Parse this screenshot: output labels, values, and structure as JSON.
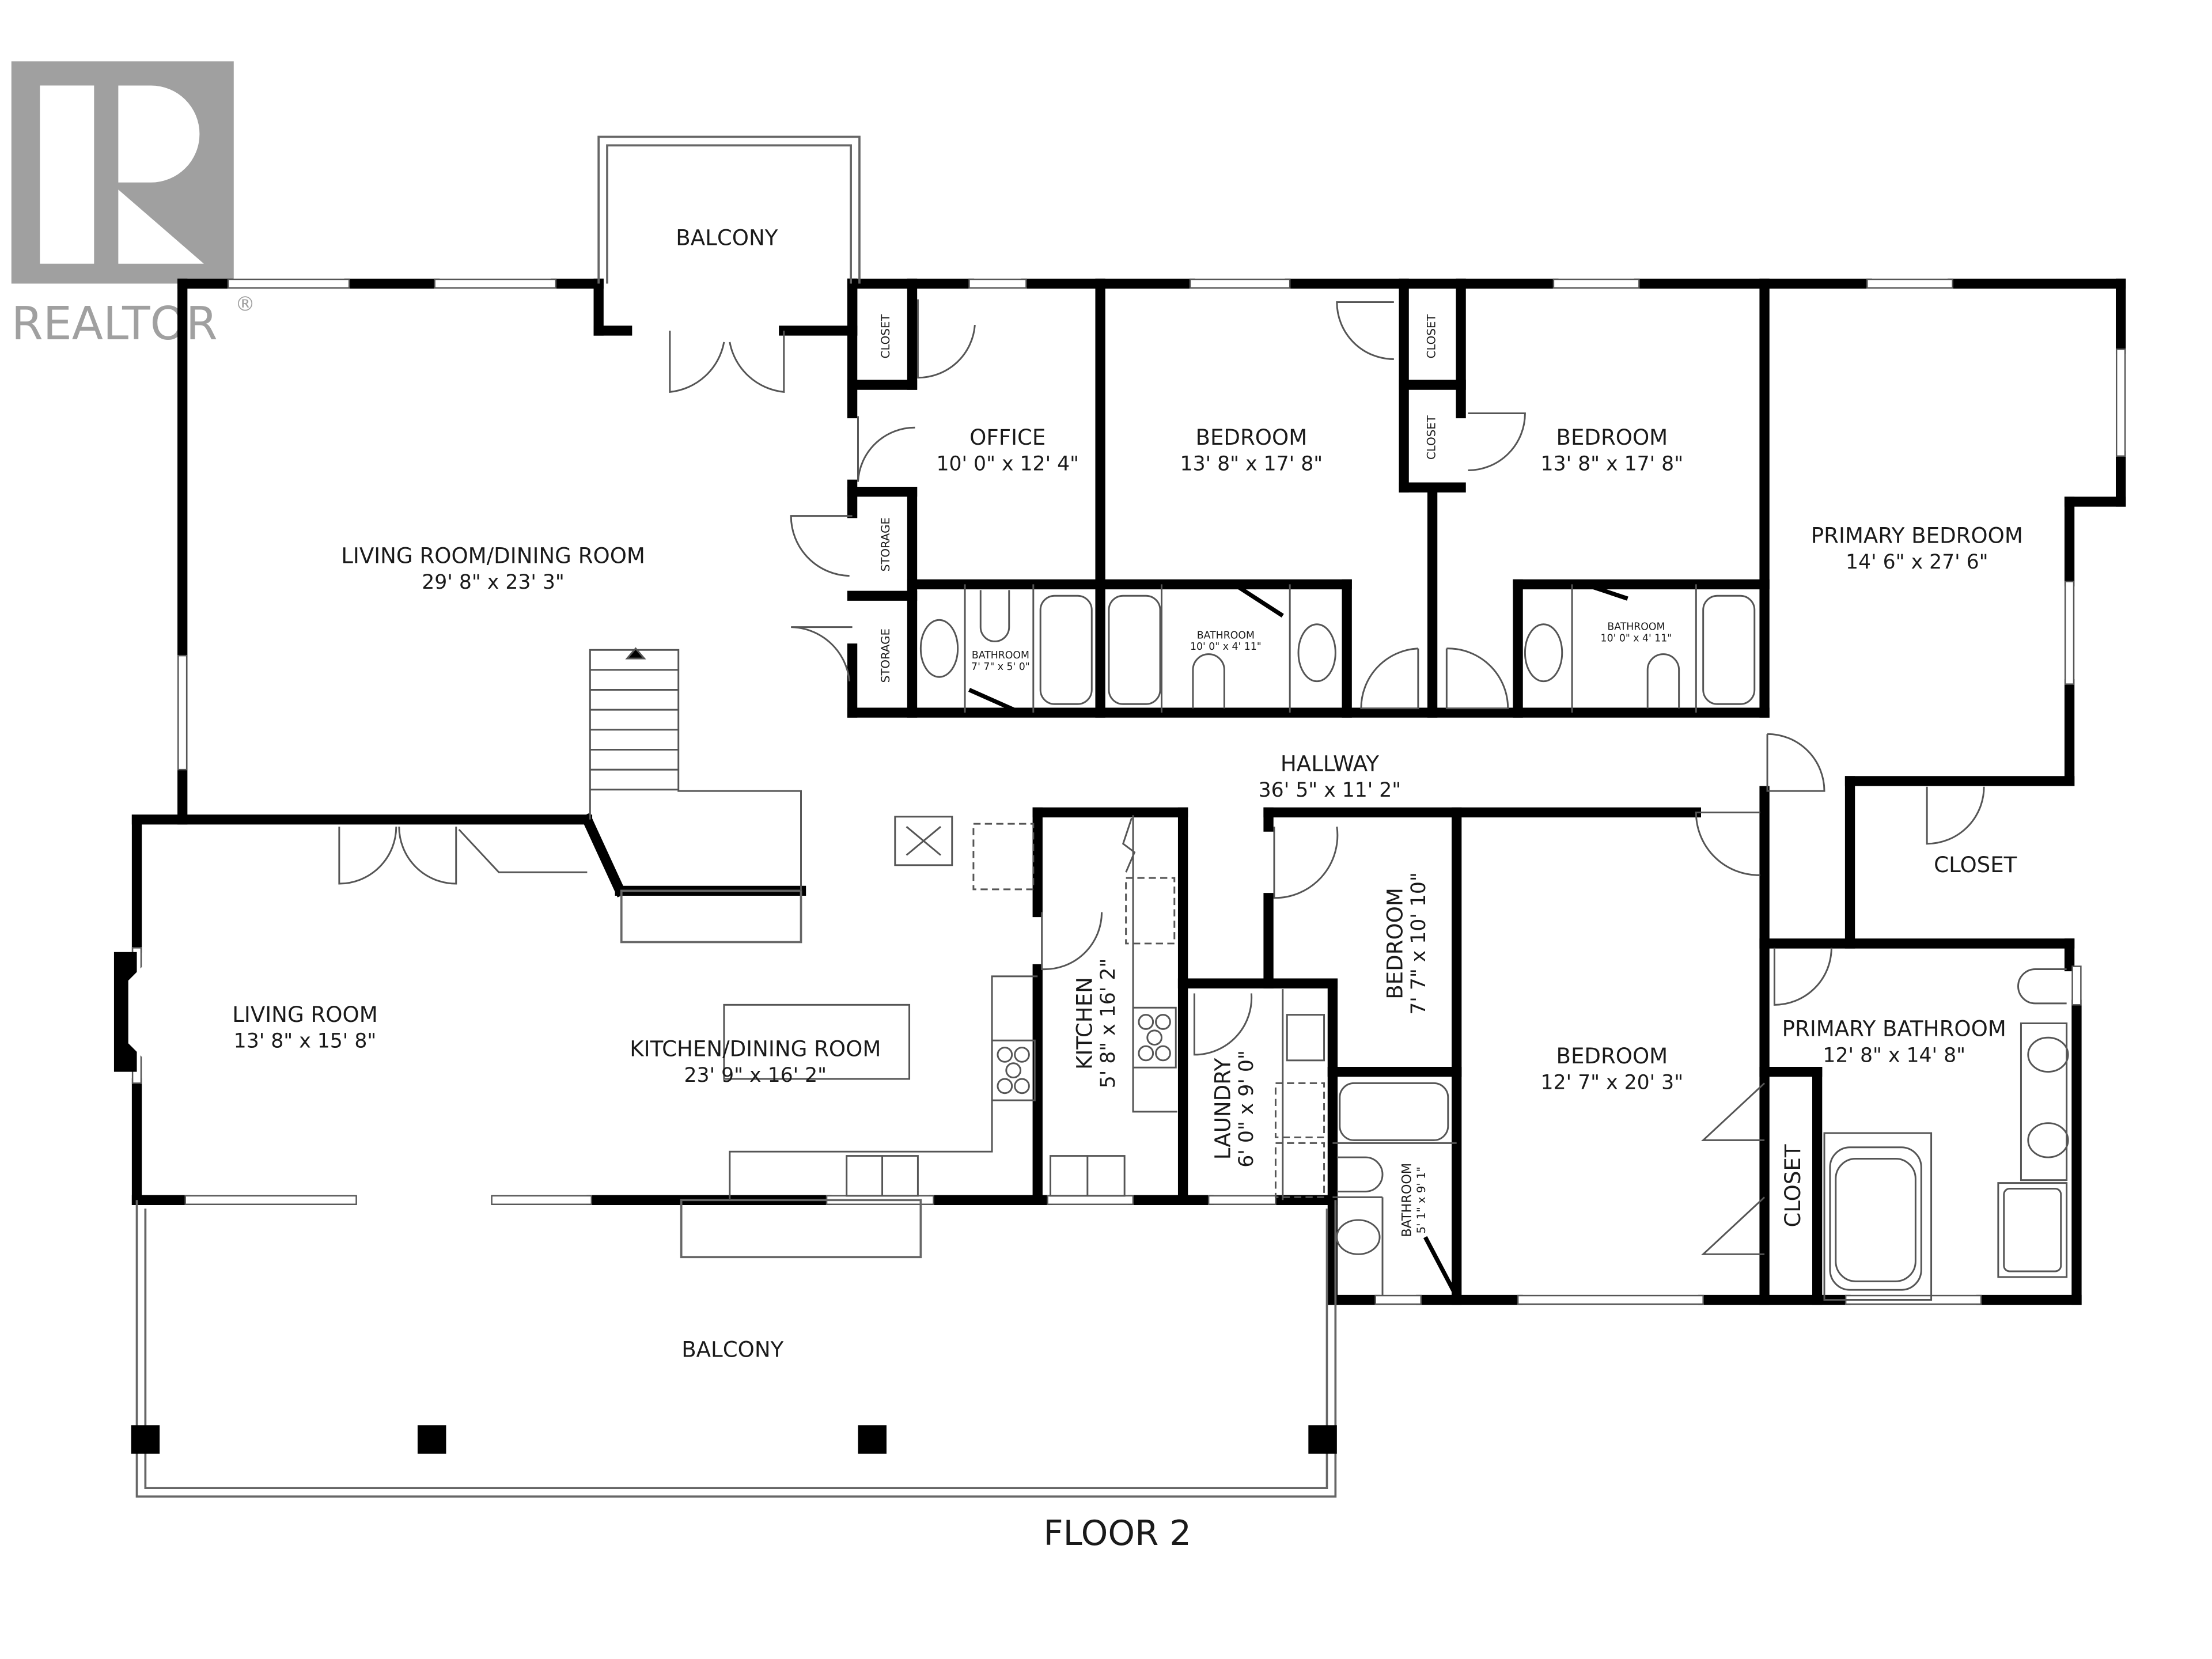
{
  "logo": {
    "letter": "R",
    "wordmark": "REALTOR",
    "trademark": "®",
    "color": "#a0a0a0"
  },
  "floor_title": "FLOOR 2",
  "colors": {
    "wall": "#000000",
    "fixture_line": "#555555",
    "background": "#ffffff",
    "text": "#1a1a1a"
  },
  "rooms": {
    "balcony_top": {
      "name": "BALCONY",
      "size": ""
    },
    "living_dining": {
      "name": "LIVING ROOM/DINING ROOM",
      "size": "29' 8\" x 23' 3\""
    },
    "office": {
      "name": "OFFICE",
      "size": "10' 0\" x 12' 4\""
    },
    "bedroom_1": {
      "name": "BEDROOM",
      "size": "13' 8\" x 17' 8\""
    },
    "bedroom_2": {
      "name": "BEDROOM",
      "size": "13' 8\" x 17' 8\""
    },
    "primary_bedroom": {
      "name": "PRIMARY BEDROOM",
      "size": "14' 6\" x 27' 6\""
    },
    "closet_office": {
      "name": "CLOSET"
    },
    "closet_bed1": {
      "name": "CLOSET"
    },
    "closet_bed2": {
      "name": "CLOSET"
    },
    "storage_1": {
      "name": "STORAGE"
    },
    "storage_2": {
      "name": "STORAGE"
    },
    "bathroom_1": {
      "name": "BATHROOM",
      "size": "7' 7\" x 5' 0\""
    },
    "bathroom_2": {
      "name": "BATHROOM",
      "size": "10' 0\" x 4' 11\""
    },
    "bathroom_3": {
      "name": "BATHROOM",
      "size": "10' 0\" x 4' 11\""
    },
    "hallway": {
      "name": "HALLWAY",
      "size": "36' 5\" x 11' 2\""
    },
    "closet_primary": {
      "name": "CLOSET"
    },
    "living_room": {
      "name": "LIVING ROOM",
      "size": "13' 8\" x 15' 8\""
    },
    "kitchen_dining": {
      "name": "KITCHEN/DINING ROOM",
      "size": "23' 9\" x 16' 2\""
    },
    "kitchen": {
      "name": "KITCHEN",
      "size": "5' 8\" x 16' 2\""
    },
    "laundry": {
      "name": "LAUNDRY",
      "size": "6' 0\" x 9' 0\""
    },
    "bedroom_small": {
      "name": "BEDROOM",
      "size": "7' 7\" x 10' 10\""
    },
    "bathroom_4": {
      "name": "BATHROOM",
      "size": "5' 1\" x 9' 1\""
    },
    "bedroom_3": {
      "name": "BEDROOM",
      "size": "12' 7\" x 20' 3\""
    },
    "closet_bed3": {
      "name": "CLOSET"
    },
    "primary_bathroom": {
      "name": "PRIMARY BATHROOM",
      "size": "12' 8\" x 14' 8\""
    },
    "balcony_bottom": {
      "name": "BALCONY",
      "size": ""
    }
  }
}
